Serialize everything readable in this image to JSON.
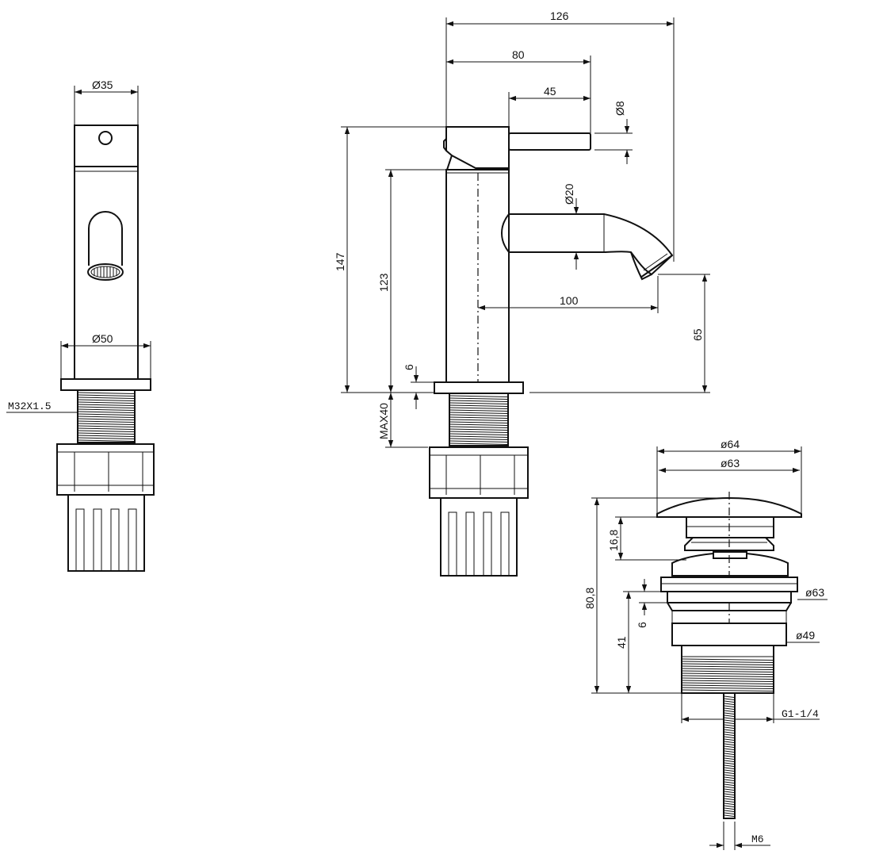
{
  "dimensions": {
    "front_top_diameter": "Ø35",
    "front_base_diameter": "Ø50",
    "front_thread": "M32X1.5",
    "side_overall_width": "126",
    "side_lever_reach": "80",
    "side_lever_length": "45",
    "side_lever_diameter": "Ø8",
    "side_spout_diameter": "Ø20",
    "side_overall_height": "147",
    "side_body_height": "123",
    "side_spout_reach": "100",
    "side_spout_height": "65",
    "side_base_thickness": "6",
    "side_max_deck": "MAX40",
    "waste_top_outer": "ø64",
    "waste_top_inner": "ø63",
    "waste_cap_height": "16,8",
    "waste_total_height": "80,8",
    "waste_flange_diameter": "ø63",
    "waste_flange_thickness": "6",
    "waste_body_height": "41",
    "waste_body_diameter": "ø49",
    "waste_thread": "G1-1/4",
    "waste_rod": "M6"
  }
}
